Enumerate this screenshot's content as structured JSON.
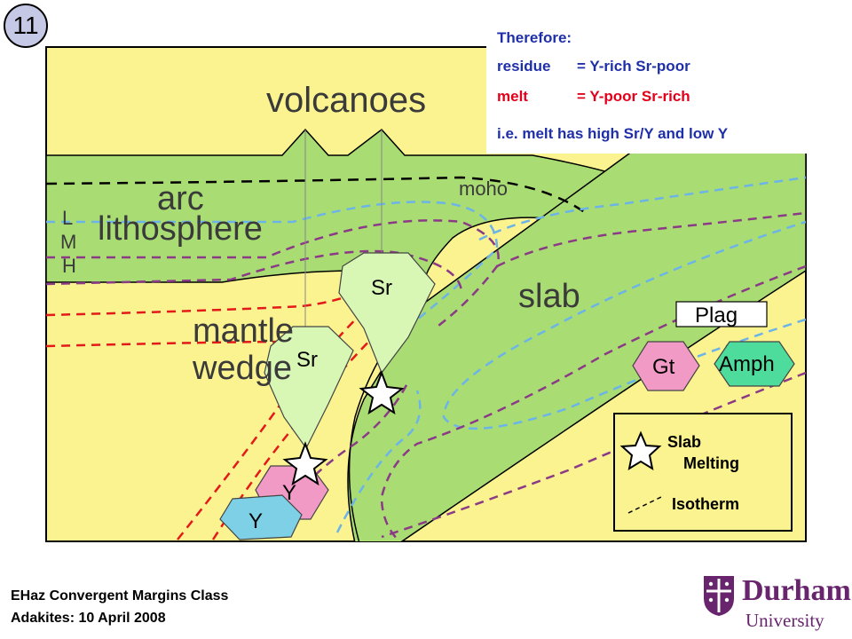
{
  "slide_number": "11",
  "info": {
    "heading": "Therefore:",
    "residue_label": "residue",
    "residue_value": "= Y-rich  Sr-poor",
    "melt_label": "melt",
    "melt_value": "= Y-poor Sr-rich",
    "conclusion": "i.e. melt has high Sr/Y and low Y"
  },
  "diagram": {
    "volcanoes": "volcanoes",
    "arc": "arc",
    "lithosphere": "lithosphere",
    "moho": "moho",
    "lmh": [
      "L",
      "M",
      "H"
    ],
    "mantle": "mantle",
    "wedge": "wedge",
    "slab": "slab",
    "sr_upper": "Sr",
    "sr_lower": "Sr",
    "y_pink": "Y",
    "y_blue": "Y",
    "plag": "Plag",
    "gt": "Gt",
    "amph": "Amph"
  },
  "legend": {
    "slab": "Slab",
    "melting": "Melting",
    "isotherm": "Isotherm"
  },
  "footer": {
    "line1": "EHaz Convergent Margins Class",
    "line2": "Adakites: 10 April 2008"
  },
  "logo": {
    "name": "Durham",
    "subtitle": "University"
  },
  "colors": {
    "background_yellow": "#fbf38f",
    "lithosphere_green": "#a9dd73",
    "residue_pink": "#f29ac6",
    "residue_blue": "#7dd0e6",
    "amph_green": "#4edc9c",
    "melt_pale_green": "#d8f7b5",
    "info_blue": "#1f2fa8",
    "info_red": "#e3001b",
    "isotherm_blue": "#6cb3e8",
    "isotherm_purple": "#8b3a86",
    "isotherm_red": "#e41919",
    "durham_purple": "#68246d"
  }
}
